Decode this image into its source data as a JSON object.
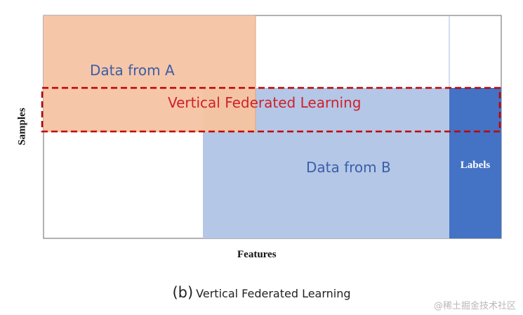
{
  "labels": {
    "data_from_a": "Data from A",
    "data_from_b": "Data from B",
    "labels_column": "Labels",
    "vfl_region": "Vertical Federated Learning",
    "y_axis": "Samples",
    "x_axis": "Features"
  },
  "caption": {
    "letter": "(b)",
    "text": "Vertical Federated Learning"
  },
  "watermark": "@稀土掘金技术社区",
  "colors": {
    "party_a": "#f6c6a8",
    "party_b": "#b4c7e7",
    "labels": "#4472c4",
    "overlap": "#f2c4a4",
    "vfl_border": "#c00000",
    "text_blue": "#3a5ea8",
    "text_red": "#d0202a",
    "frame": "#666666"
  }
}
